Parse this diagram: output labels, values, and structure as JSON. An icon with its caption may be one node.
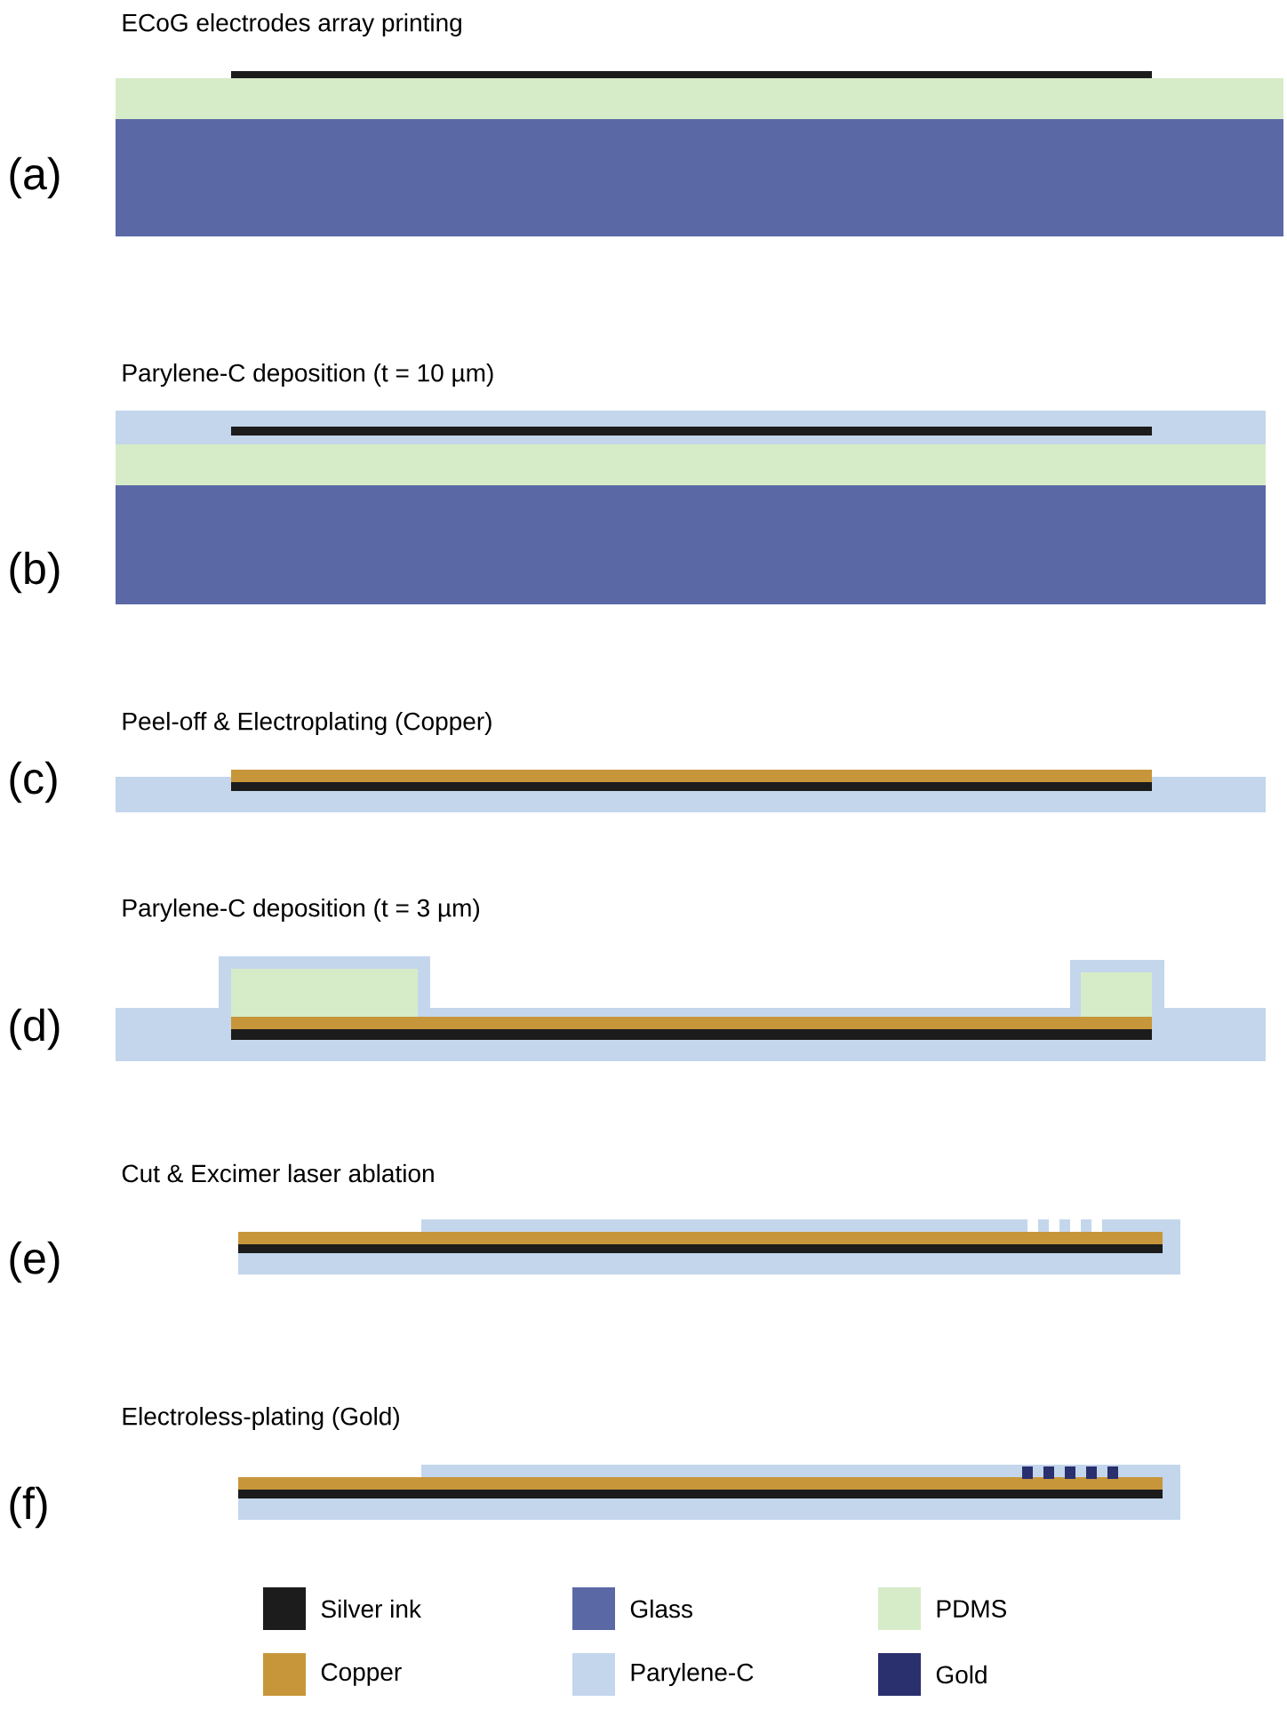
{
  "diagram": {
    "labels": [
      "ECoG electrodes array printing",
      "(a)",
      "Parylene-C deposition (t = 10 µm)",
      "(b)",
      "Peel-off & Electroplating (Copper)",
      "(c)",
      "Parylene-C deposition (t = 3 µm)",
      "(d)",
      "Cut & Excimer laser ablation",
      "(e)",
      "Electroless-plating (Gold)",
      "(f)"
    ],
    "legend": [
      {
        "text": "Silver ink",
        "color": "#1c1c1c"
      },
      {
        "text": "Glass",
        "color": "#5a68a6"
      },
      {
        "text": "PDMS",
        "color": "#d6ecc8"
      },
      {
        "text": "Copper",
        "color": "#c8963a"
      },
      {
        "text": "Parylene-C",
        "color": "#c3d6ec"
      },
      {
        "text": "Gold",
        "color": "#2a2f6e"
      }
    ]
  }
}
